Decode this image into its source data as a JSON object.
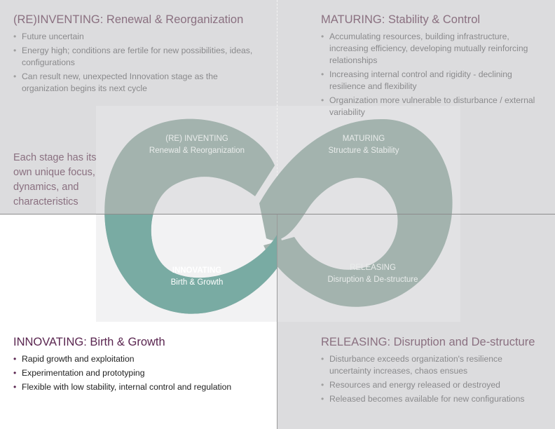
{
  "quadrants": {
    "reinventing": {
      "title": "(RE)INVENTING: Renewal & Reorganization",
      "bullets": [
        "Future uncertain",
        "Energy high; conditions are fertile for new possibilities, ideas, configurations",
        "Can result new, unexpected Innovation stage as the organization begins its next cycle"
      ]
    },
    "maturing": {
      "title": "MATURING: Stability & Control",
      "bullets": [
        "Accumulating resources, building infrastructure, increasing efficiency, developing mutually reinforcing relationships",
        "Increasing internal control and rigidity -  declining resilience and flexibility",
        "Organization more vulnerable to disturbance / external variability"
      ]
    },
    "innovating": {
      "title": "INNOVATING: Birth & Growth",
      "bullets": [
        "Rapid growth and exploitation",
        "Experimentation and prototyping",
        "Flexible with low stability, internal control and regulation"
      ]
    },
    "releasing": {
      "title": "RELEASING: Disruption and De-structure",
      "bullets": [
        "Disturbance exceeds organization's resilience uncertainty increases, chaos ensues",
        "Resources and energy released or destroyed",
        "Released becomes available for new configurations"
      ]
    }
  },
  "note": "Each stage has its own unique focus, dynamics, and characteristics",
  "loop_labels": {
    "reinventing": {
      "title": "(RE) INVENTING",
      "subtitle": "Renewal & Reorganization"
    },
    "maturing": {
      "title": "MATURING",
      "subtitle": "Structure & Stability"
    },
    "innovating": {
      "title": "INNOVATING",
      "subtitle": "Birth & Growth"
    },
    "releasing": {
      "title": "RELEASING",
      "subtitle": "Disruption & De-structure"
    }
  },
  "colors": {
    "loop_grey": "#a3b3ae",
    "loop_teal": "#79aba3",
    "quadrant_grey": "#dcdcde",
    "heading_muted": "#8a7080",
    "heading_dark": "#5a2650"
  }
}
